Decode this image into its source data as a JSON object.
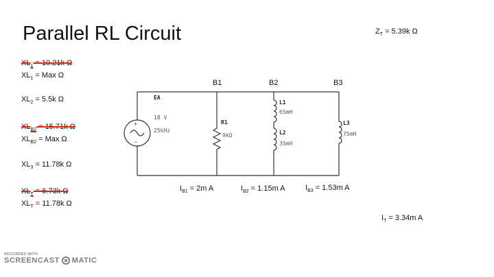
{
  "slide": {
    "title": "Parallel RL Circuit",
    "zt": {
      "main": "Z",
      "sub": "T",
      "rest": " = 5.39k Ω"
    },
    "left_equations": [
      {
        "main": "XL",
        "sub": "1",
        "rest": " = 10.21k Ω",
        "struck": true
      },
      {
        "main": "XL",
        "sub": "1",
        "rest": " = Max Ω",
        "struck": false
      },
      {
        "main": "XL",
        "sub": "2",
        "rest": " = 5.5k Ω",
        "struck": false
      },
      {
        "main": "XL",
        "sub": "B2",
        "rest": " = 15.71k Ω",
        "struck": true
      },
      {
        "main": "XL",
        "sub": "B2",
        "rest": " = Max Ω",
        "struck": false
      },
      {
        "main": "XL",
        "sub": "3",
        "rest": " = 11.78k Ω",
        "struck": false
      },
      {
        "main": "XL",
        "sub": "T",
        "rest": " = 6.73k Ω",
        "struck": true
      },
      {
        "main": "XL",
        "sub": "T",
        "rest": " = 11.78k Ω",
        "struck": false
      }
    ],
    "currents": [
      {
        "main": "I",
        "sub": "B1",
        "rest": " = 2m A"
      },
      {
        "main": "I",
        "sub": "B2",
        "rest": " = 1.15m A"
      },
      {
        "main": "I",
        "sub": "B3",
        "rest": " = 1.53m A"
      }
    ],
    "it": {
      "main": "I",
      "sub": "T",
      "rest": " = 3.34m A"
    }
  },
  "circuit": {
    "branch_labels": [
      "B1",
      "B2",
      "B3"
    ],
    "source": {
      "name": "EA",
      "voltage": "18 V",
      "frequency": "25kHz",
      "plus": "+",
      "minus": "−"
    },
    "r1": {
      "name": "R1",
      "value": "9kΩ"
    },
    "l1": {
      "name": "L1",
      "value": "65mH"
    },
    "l2": {
      "name": "L2",
      "value": "35mH"
    },
    "l3": {
      "name": "L3",
      "value": "75mH"
    }
  },
  "watermark": {
    "line1": "RECORDED WITH",
    "line2a": "SCREENCAST",
    "line2b": "MATIC"
  }
}
